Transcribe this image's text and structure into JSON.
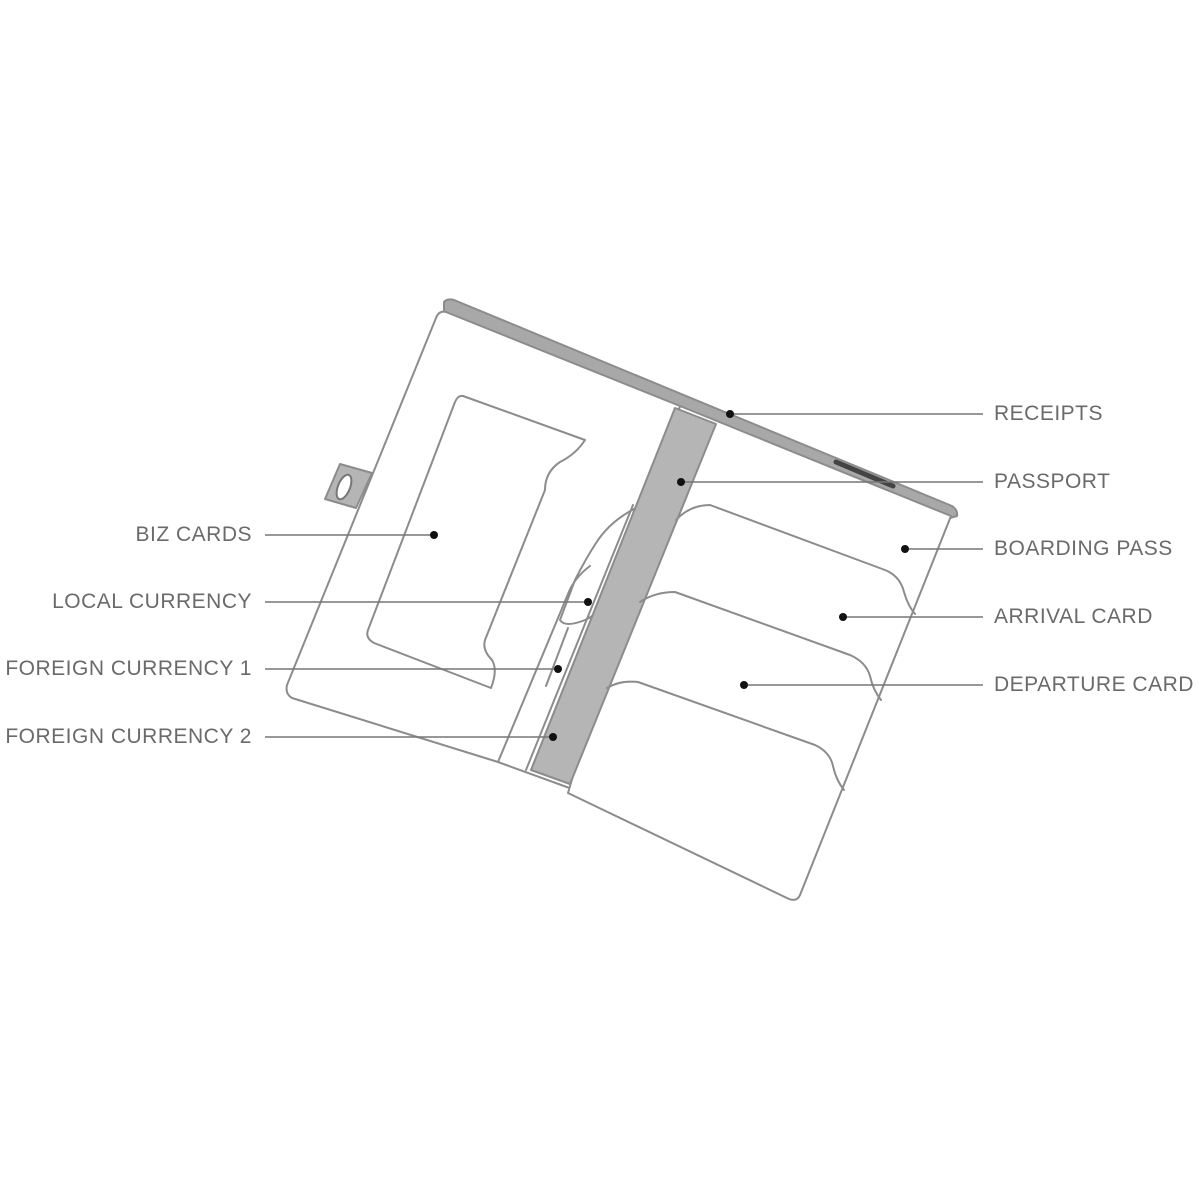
{
  "labels": {
    "receipts": "RECEIPTS",
    "passport": "PASSPORT",
    "boarding_pass": "BOARDING PASS",
    "arrival_card": "ARRIVAL CARD",
    "departure_card": "DEPARTURE CARD",
    "biz_cards": "BIZ CARDS",
    "local_currency": "LOCAL CURRENCY",
    "foreign_currency_1": "FOREIGN CURRENCY 1",
    "foreign_currency_2": "FOREIGN CURRENCY 2"
  },
  "colors": {
    "outline": "#8c8c8c",
    "spine_fill": "#b5b5b5",
    "edge_fill": "#a8a8a8",
    "label_text": "#6a6a6a",
    "dot": "#111111"
  }
}
